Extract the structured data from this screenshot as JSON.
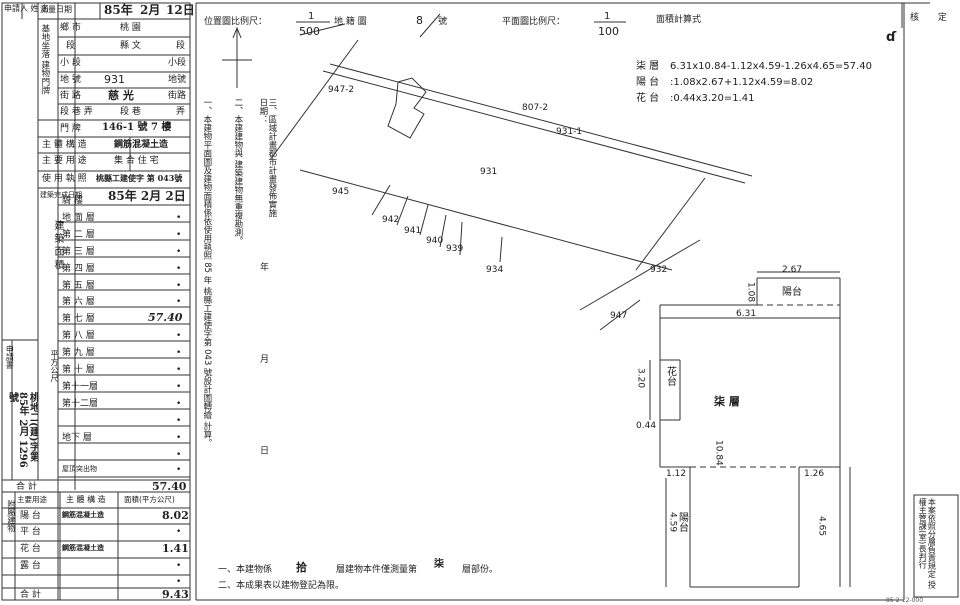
{
  "left_form": {
    "applicant_label": "申請人 姓 名",
    "survey_date_label": "測量日期",
    "survey_date_year": "85年",
    "survey_date_month": "2月",
    "survey_date_day": "12日",
    "rows": [
      {
        "label": "鄉 市",
        "value": "桃 園"
      },
      {
        "label": "段",
        "value": "縣 文",
        "suffix": "段"
      },
      {
        "label": "小 段",
        "value": "",
        "suffix": "小段"
      },
      {
        "label": "地 號",
        "value": "931",
        "suffix": "地號"
      },
      {
        "label": "街 路",
        "value": "慈 光",
        "suffix": "街路"
      },
      {
        "label": "段 巷 弄",
        "value": "段 巷",
        "suffix": "弄"
      },
      {
        "label": "門 牌",
        "value": "146-1 號 7 樓"
      }
    ],
    "structure_label": "主 體 構 造",
    "structure_value": "鋼筋混凝土造",
    "main_use_label": "主 要 用 途",
    "main_use_value": "集 合 住 宅",
    "permit_label": "使 用 執 照",
    "permit_value": "桃縣工建使字 第 043號",
    "completion_label": "建築完成日期",
    "completion_value": "85年 2月 2日",
    "floors": [
      "騎 樓",
      "地 面 層",
      "第 二 層",
      "第 三 層",
      "第 四 層",
      "第 五 層",
      "第 六 層",
      "第 七 層",
      "第 八 層",
      "第 九 層",
      "第 十 層",
      "第十一層",
      "第十二層",
      "",
      "",
      "地下 層",
      "",
      "屋頂突出物"
    ],
    "seventh_floor_area": "57.40",
    "total_label": "合 計",
    "total_value": "57.40",
    "attach_header": [
      "主要用途",
      "主 體 構 造",
      "面積(平方公尺)"
    ],
    "attach_rows": [
      {
        "use": "陽 台",
        "structure": "鋼筋混凝土造",
        "area": "8.02"
      },
      {
        "use": "平 台",
        "structure": "",
        "area": ""
      },
      {
        "use": "花 台",
        "structure": "鋼筋混凝土造",
        "area": "1.41"
      },
      {
        "use": "露 台",
        "structure": "",
        "area": ""
      }
    ],
    "attach_total_label": "合 計",
    "attach_total": "9.43",
    "side_stamp": "桃地二(建)字第 85年 2月 1296號"
  },
  "notes": {
    "note1": "一、本建物平面圖及建物面積係依使用執照 85 年 桃縣工建使字第 043 號設計圖轉繪 計算。",
    "note2": "二、本建建物與 建築建物無重複勘測。",
    "note3": "三、區域計畫都市計畫發佈實施日期：",
    "note3_date": "年 月 日",
    "bottom1_a": "一、本建物係",
    "bottom1_b": "拾",
    "bottom1_c": "層建物本件僅測量第",
    "bottom1_d": "柒",
    "bottom1_e": "層部份。",
    "bottom2": "二、本成果表以建物登記為限。"
  },
  "header": {
    "location_scale_label": "位置圖比例尺：",
    "location_scale_num": "1",
    "location_scale_den": "500",
    "cadastral_label": "地 籍 圖",
    "sheet_no": "8",
    "sheet_label": "號",
    "plan_scale_label": "平面圖比例尺：",
    "plan_scale_num": "1",
    "plan_scale_den": "100",
    "area_calc_label": "面積計算式",
    "check_label": "核 定"
  },
  "area_calc": [
    {
      "name": "柒 層",
      "formula": "6.31x10.84-1.12x4.59-1.26x4.65=57.40"
    },
    {
      "name": "陽 台",
      "formula": ":1.08x2.67+1.12x4.59=8.02"
    },
    {
      "name": "花 台",
      "formula": ":0.44x3.20=1.41"
    }
  ],
  "site_map": {
    "parcels": [
      "947-2",
      "807-2",
      "931-1",
      "931",
      "945",
      "942",
      "941",
      "940",
      "939",
      "934",
      "932",
      "947"
    ]
  },
  "floor_plan": {
    "balcony_top": "陽台",
    "flower_bed": "花台",
    "main_floor": "柒 層",
    "balcony_bottom": "陽台",
    "dims": [
      "2.67",
      "1.08",
      "6.31",
      "3.20",
      "0.44",
      "10.84",
      "1.12",
      "1.26",
      "4.59",
      "4.65"
    ]
  },
  "right_stamp": "本案依照分層負責規定 授權主管課(室)長判行",
  "footer_code": "85-2-12-000"
}
